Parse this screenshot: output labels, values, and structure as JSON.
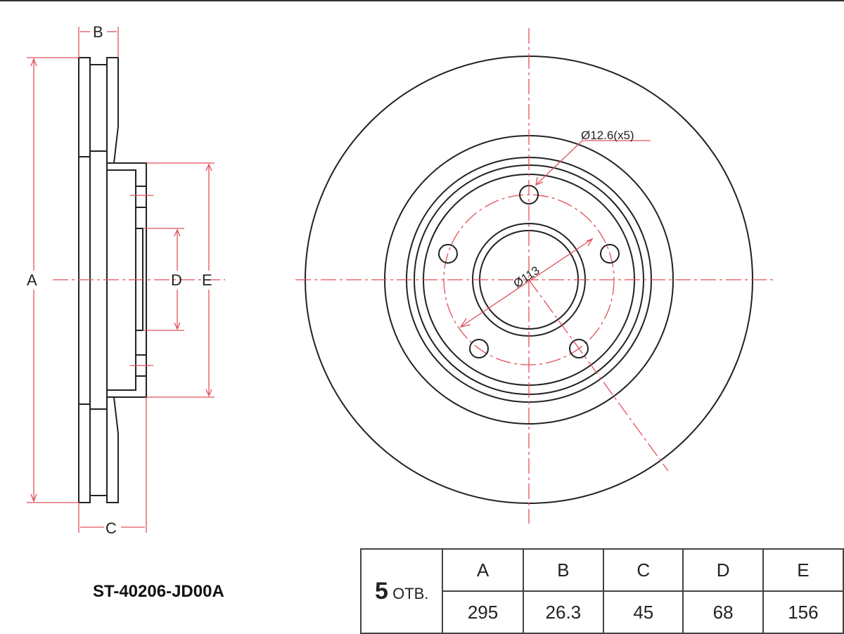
{
  "part_number": "ST-40206-JD00A",
  "labels": {
    "A": "A",
    "B": "B",
    "C": "C",
    "D": "D",
    "E": "E",
    "bolt_hole": "Ø12.6(x5)",
    "pcd": "Ø113"
  },
  "table": {
    "holes_count": "5",
    "holes_unit": "ОТВ.",
    "headers": [
      "A",
      "B",
      "C",
      "D",
      "E"
    ],
    "values": [
      "295",
      "26.3",
      "45",
      "68",
      "156"
    ]
  },
  "colors": {
    "line": "#222222",
    "dimension": "#e0505a"
  }
}
